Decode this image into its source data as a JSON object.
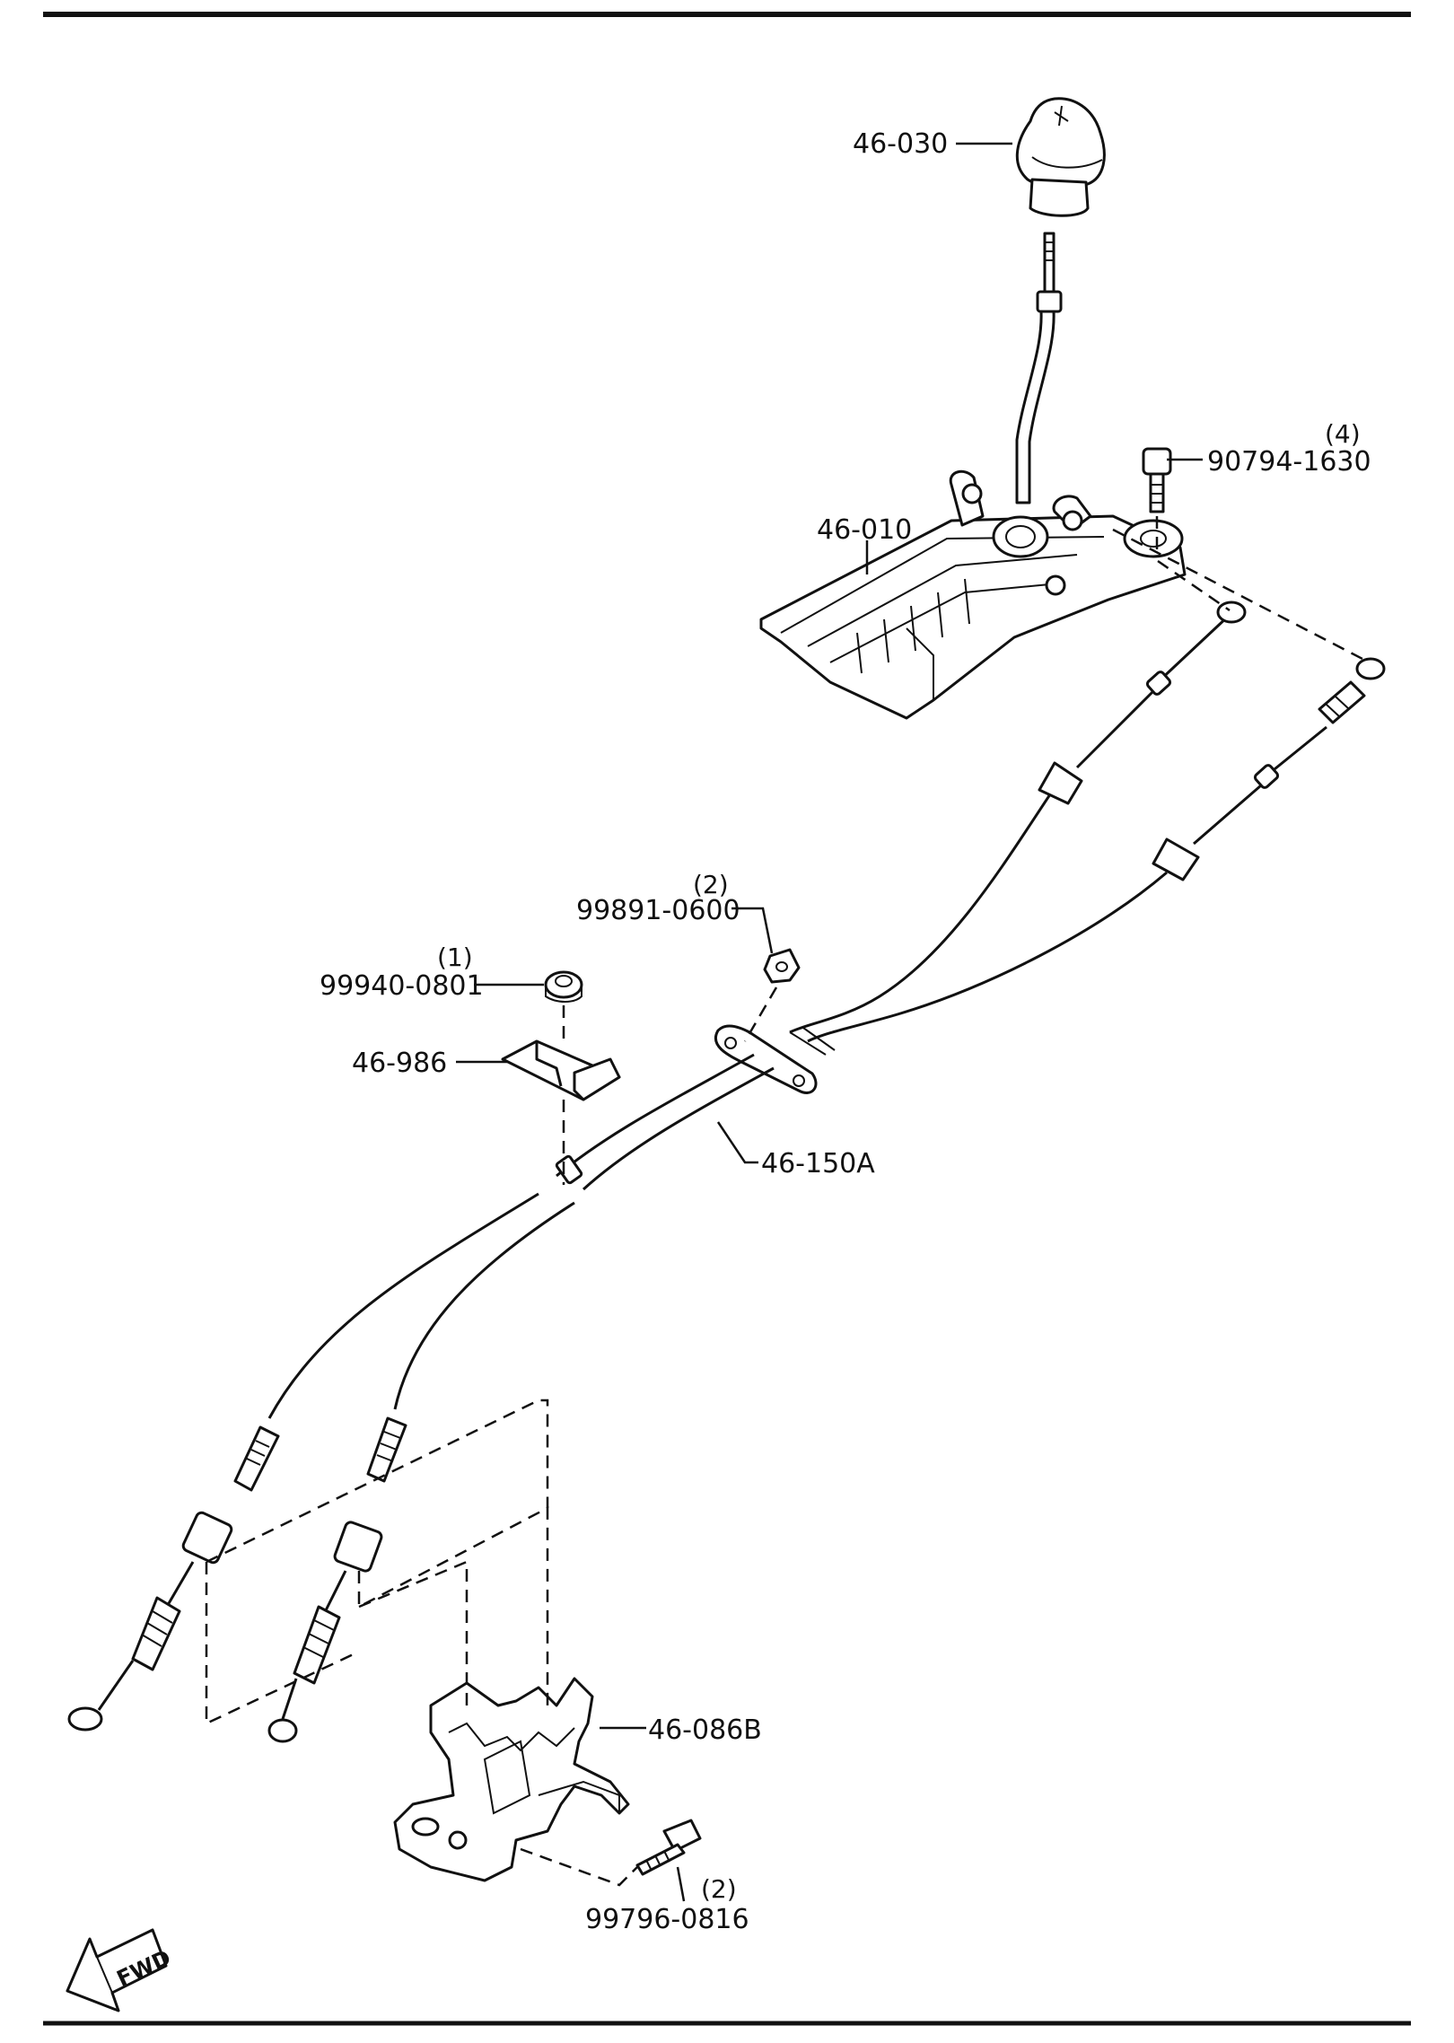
{
  "parts": [
    {
      "id": "knob",
      "number": "46-030",
      "qty": ""
    },
    {
      "id": "shifter",
      "number": "46-010",
      "qty": ""
    },
    {
      "id": "bolt_shifter",
      "number": "90794-1630",
      "qty": "(4)"
    },
    {
      "id": "nut_grommet",
      "number": "99891-0600",
      "qty": "(2)"
    },
    {
      "id": "nut_clip",
      "number": "99940-0801",
      "qty": "(1)"
    },
    {
      "id": "clip",
      "number": "46-986",
      "qty": ""
    },
    {
      "id": "cable",
      "number": "46-150A",
      "qty": ""
    },
    {
      "id": "bracket",
      "number": "46-086B",
      "qty": ""
    },
    {
      "id": "bolt_bracket",
      "number": "99796-0816",
      "qty": "(2)"
    }
  ],
  "direction_arrow": {
    "label": "FWD"
  }
}
